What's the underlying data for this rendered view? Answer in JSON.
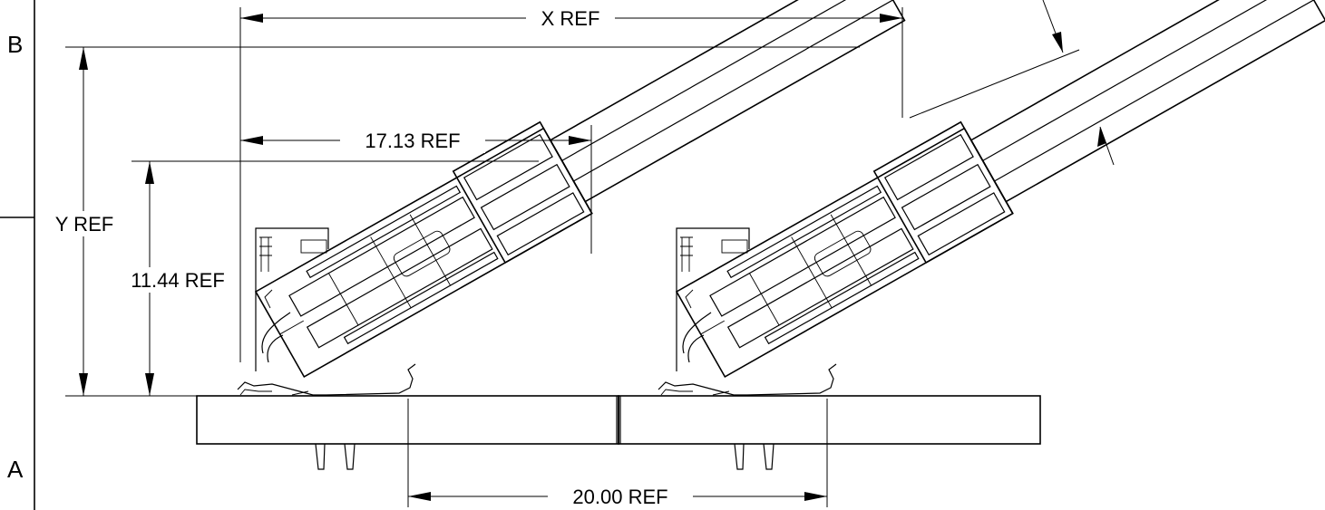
{
  "zones": {
    "top": "B",
    "bottom": "A"
  },
  "dimensions": {
    "x_ref": "X REF",
    "y_ref": "Y REF",
    "d_17_13": "17.13 REF",
    "d_11_44": "11.44 REF",
    "d_20_00": "20.00 REF"
  }
}
